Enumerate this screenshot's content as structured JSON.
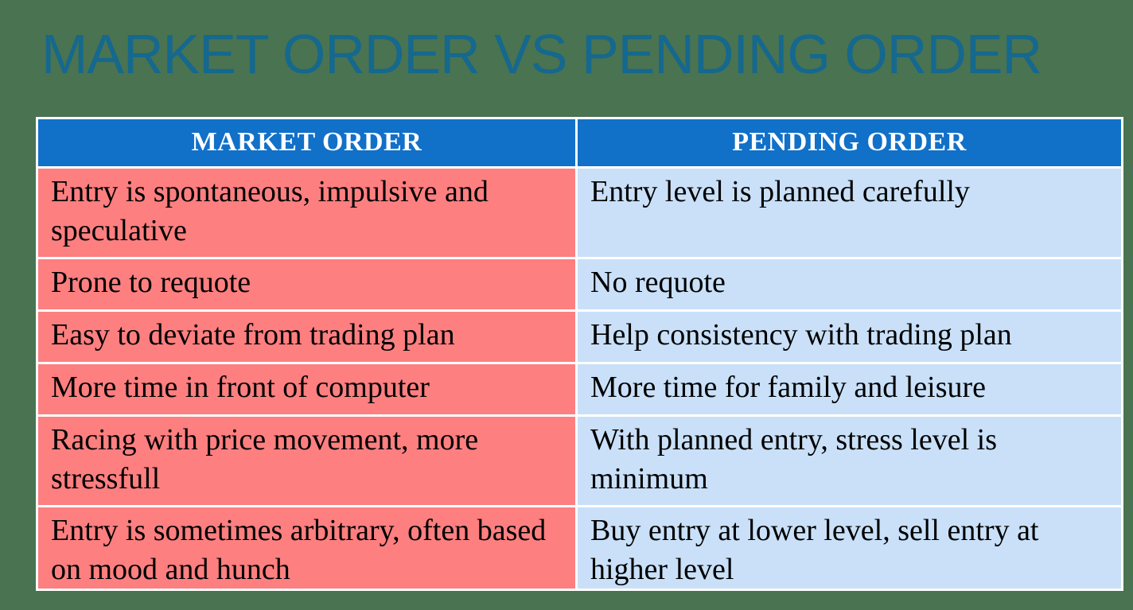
{
  "title": "MARKET ORDER VS PENDING ORDER",
  "table": {
    "headers": [
      "MARKET ORDER",
      "PENDING ORDER"
    ],
    "rows": [
      {
        "left": "Entry is spontaneous, impulsive and speculative",
        "right": "Entry level is planned carefully"
      },
      {
        "left": "Prone to requote",
        "right": "No requote"
      },
      {
        "left": "Easy to deviate from trading plan",
        "right": "Help consistency with trading plan"
      },
      {
        "left": "More time in front of computer",
        "right": "More time for family and leisure"
      },
      {
        "left": "Racing with price movement, more stressfull",
        "right": "With planned entry, stress level is minimum"
      },
      {
        "left": "Entry is sometimes arbitrary, often based on mood and hunch",
        "right": "Buy entry at lower level, sell entry at higher level"
      }
    ]
  },
  "colors": {
    "background": "#4a7351",
    "header_bg": "#1170c8",
    "header_text": "#ffffff",
    "left_cell_bg": "#fd7f80",
    "right_cell_bg": "#c9e0f8",
    "title_text": "#15688e",
    "cell_border": "#ffffff",
    "body_text": "#000000"
  }
}
